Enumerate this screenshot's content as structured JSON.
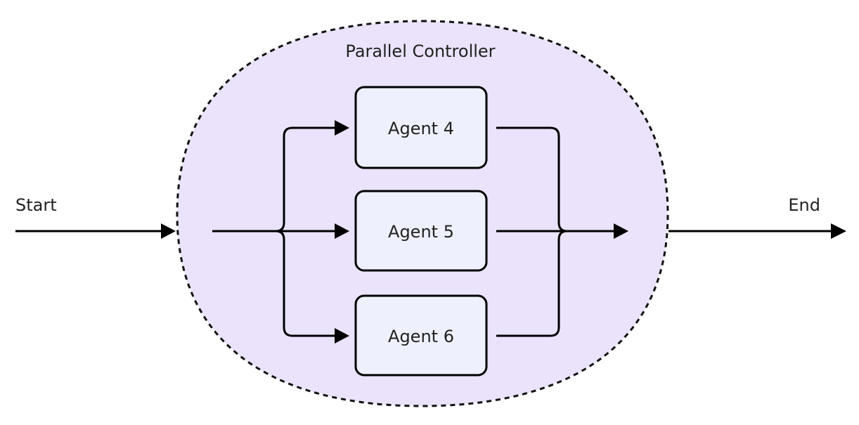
{
  "diagram": {
    "start_label": "Start",
    "end_label": "End",
    "controller": {
      "title": "Parallel Controller",
      "fill_color": "#ebe3fb",
      "border_color": "#111111"
    },
    "agents": [
      {
        "label": "Agent 4"
      },
      {
        "label": "Agent 5"
      },
      {
        "label": "Agent 6"
      }
    ],
    "agent_fill_color": "#eef1fd",
    "line_color": "#000000"
  }
}
